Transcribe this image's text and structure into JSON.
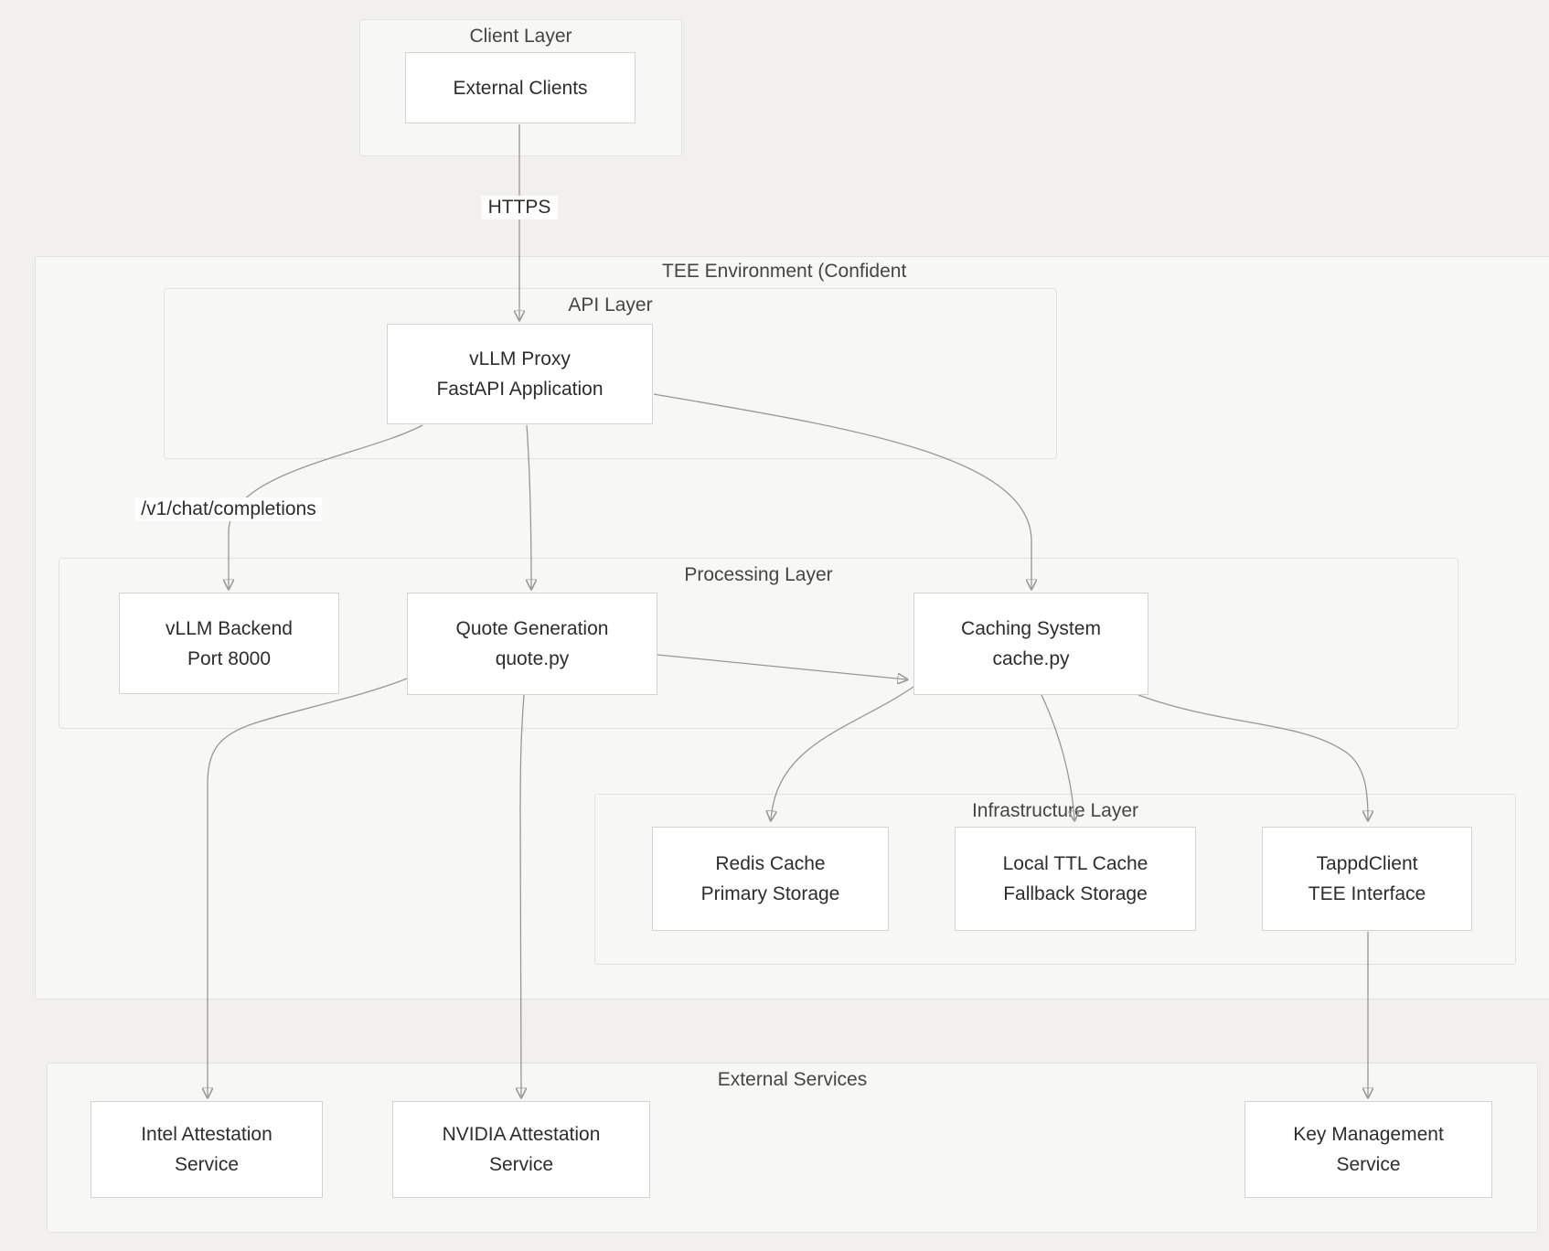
{
  "diagram": {
    "type": "flowchart",
    "clusters": {
      "client_layer": {
        "label": "Client Layer"
      },
      "tee_environment": {
        "label": "TEE Environment (Confident"
      },
      "api_layer": {
        "label": "API Layer"
      },
      "processing_layer": {
        "label": "Processing Layer"
      },
      "infrastructure_layer": {
        "label": "Infrastructure Layer"
      },
      "external_services": {
        "label": "External Services"
      }
    },
    "nodes": {
      "external_clients": {
        "title": "External Clients",
        "subtitle": ""
      },
      "vllm_proxy": {
        "title": "vLLM Proxy",
        "subtitle": "FastAPI Application"
      },
      "vllm_backend": {
        "title": "vLLM Backend",
        "subtitle": "Port 8000"
      },
      "quote_generation": {
        "title": "Quote Generation",
        "subtitle": "quote.py"
      },
      "caching_system": {
        "title": "Caching System",
        "subtitle": "cache.py"
      },
      "redis_cache": {
        "title": "Redis Cache",
        "subtitle": "Primary Storage"
      },
      "local_ttl_cache": {
        "title": "Local TTL Cache",
        "subtitle": "Fallback Storage"
      },
      "tappdclient": {
        "title": "TappdClient",
        "subtitle": "TEE Interface"
      },
      "intel_attestation": {
        "title": "Intel Attestation",
        "subtitle": "Service"
      },
      "nvidia_attestation": {
        "title": "NVIDIA Attestation",
        "subtitle": "Service"
      },
      "key_management": {
        "title": "Key Management",
        "subtitle": "Service"
      }
    },
    "edge_labels": {
      "https": "HTTPS",
      "chat_endpoint": "/v1/chat/completions"
    },
    "edges": [
      {
        "from": "External Clients",
        "to": "vLLM Proxy",
        "label": "HTTPS"
      },
      {
        "from": "vLLM Proxy",
        "to": "vLLM Backend",
        "label": "/v1/chat/completions"
      },
      {
        "from": "vLLM Proxy",
        "to": "Quote Generation",
        "label": ""
      },
      {
        "from": "vLLM Proxy",
        "to": "Caching System",
        "label": ""
      },
      {
        "from": "Quote Generation",
        "to": "Caching System",
        "label": ""
      },
      {
        "from": "Quote Generation",
        "to": "Intel Attestation Service",
        "label": ""
      },
      {
        "from": "Quote Generation",
        "to": "NVIDIA Attestation Service",
        "label": ""
      },
      {
        "from": "Caching System",
        "to": "Redis Cache",
        "label": ""
      },
      {
        "from": "Caching System",
        "to": "Local TTL Cache",
        "label": ""
      },
      {
        "from": "Caching System",
        "to": "TappdClient",
        "label": ""
      },
      {
        "from": "TappdClient",
        "to": "Key Management Service",
        "label": ""
      }
    ],
    "colors": {
      "canvas_bg": "#f1f0ec",
      "cluster_bg": "#f7f7f6",
      "cluster_border": "#e3e2de",
      "node_bg": "#ffffff",
      "node_border": "#d4d3cf",
      "node_text": "#2d2d2d",
      "title_color": "#454545",
      "edge_color": "#979797",
      "arrow_color": "#8b8b8b",
      "label_bg": "#ffffff"
    }
  }
}
